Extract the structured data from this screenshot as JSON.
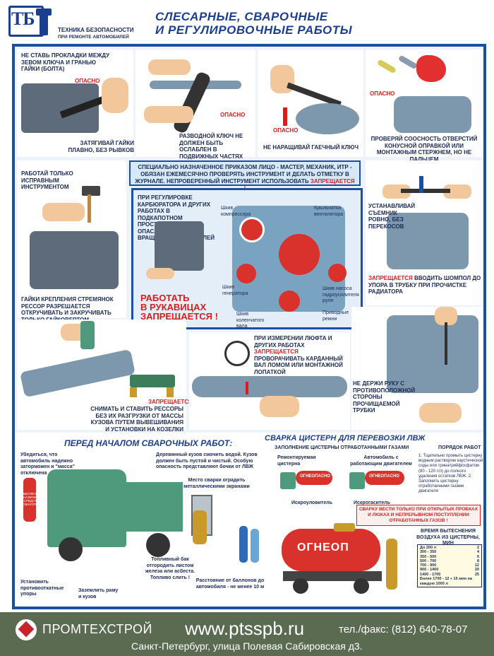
{
  "header": {
    "logo": "ТБ",
    "subtitle_1": "ТЕХНИКА БЕЗОПАСНОСТИ",
    "subtitle_2": "ПРИ РЕМОНТЕ АВТОМОБИЛЕЙ",
    "title_1": "СЛЕСАРНЫЕ, СВАРОЧНЫЕ",
    "title_2": "И РЕГУЛИРОВОЧНЫЕ РАБОТЫ"
  },
  "captions": {
    "c1_top": "НЕ СТАВЬ ПРОКЛАДКИ МЕЖДУ ЗЕВОМ КЛЮЧА И ГРАНЬЮ ГАЙКИ (БОЛТА)",
    "c1_danger": "ОПАСНО",
    "c1_bottom": "ЗАТЯГИВАЙ ГАЙКИ ПЛАВНО, БЕЗ РЫВКОВ",
    "c2_danger": "ОПАСНО",
    "c2_bottom": "РАЗВОДНОЙ КЛЮЧ НЕ ДОЛЖЕН БЫТЬ ОСЛАБЛЕН В ПОДВИЖНЫХ ЧАСТЯХ",
    "c3_danger": "ОПАСНО",
    "c3_bottom": "НЕ НАРАЩИВАЙ ГАЕЧНЫЙ КЛЮЧ",
    "c4_danger": "ОПАСНО",
    "c4_bottom": "ПРОВЕРЯЙ СООСНОСТЬ ОТВЕРСТИЙ КОНУСНОЙ ОПРАВКОЙ ИЛИ МОНТАЖНЫМ СТЕРЖНЕМ, НО НЕ ПАЛЬЦЕМ",
    "c5_top": "РАБОТАЙ ТОЛЬКО ИСПРАВНЫМ ИНСТРУМЕНТОМ",
    "c5_bottom": "ГАЙКИ КРЕПЛЕНИЯ СТРЕМЯНОК РЕССОР РАЗРЕШАЕТСЯ ОТКРУЧИВАТЬ И ЗАКРУЧИВАТЬ ТОЛЬКО ГАЙКОВЕРТОМ",
    "c6_top": "УСТАНАВЛИВАЙ СЪЕМНИК РОВНО, БЕЗ ПЕРЕКОСОВ",
    "c6_forbidden": "ЗАПРЕЩАЕТСЯ",
    "c6_bottom": "ВВОДИТЬ ШОМПОЛ ДО УПОРА В ТРУБКУ ПРИ ПРОЧИСТКЕ РАДИАТОРА",
    "c7_forbidden": "ЗАПРЕЩАЕТСЯ",
    "c7_bottom": "СНИМАТЬ И СТАВИТЬ РЕССОРЫ БЕЗ ИХ РАЗГРУЗКИ ОТ МАССЫ КУЗОВА ПУТЕМ ВЫВЕШИВАНИЯ И УСТАНОВКИ НА КОЗЕЛКИ",
    "c8_top_a": "ПРИ ИЗМЕРЕНИИ ЛЮФТА И ДРУГИХ РАБОТАХ",
    "c8_forbidden": "ЗАПРЕЩАЕТСЯ",
    "c8_top_b": "ПРОВОРАЧИВАТЬ КАРДАННЫЙ ВАЛ ЛОМОМ ИЛИ МОНТАЖНОЙ ЛОПАТКОЙ",
    "c9_text": "НЕ ДЕРЖИ РУКУ С ПРОТИВОПОЛОЖНОЙ СТОРОНЫ ПРОЧИЩАЕМОЙ ТРУБКИ"
  },
  "notice": {
    "text": "СПЕЦИАЛЬНО НАЗНАЧЕННОЕ ПРИКАЗОМ ЛИЦО - МАСТЕР, МЕХАНИК, ИТР - ОБЯЗАН ЕЖЕМЕСЯЧНО ПРОВЕРЯТЬ ИНСТРУМЕНТ И ДЕЛАТЬ ОТМЕТКУ В ЖУРНАЛЕ. НЕПРОВЕРЕННЫЙ ИНСТРУМЕНТ ИСПОЛЬЗОВАТЬ",
    "forbidden": "ЗАПРЕЩАЕТСЯ !"
  },
  "center": {
    "text": "ПРИ РЕГУЛИРОВКЕ КАРБЮРАТОРА И ДРУГИХ РАБОТАХ В ПОДКАПОТНОМ ПРОСТРАНСТВЕ ОПАСАЙТЕСЬ ВРАЩАЮЩИХСЯ ДЕТАЛЕЙ",
    "warning_1": "РАБОТАТЬ",
    "warning_2": "В РУКАВИЦАХ",
    "warning_3": "ЗАПРЕЩАЕТСЯ !",
    "lbl_compressor": "Шкив компрессора",
    "lbl_fan": "Крыльчатка вентилятора",
    "lbl_generator": "Шкив генератора",
    "lbl_pump": "Шкив насоса гидроусилителя руля",
    "lbl_crank": "Шкив коленчатого вала",
    "lbl_belt": "Приводные ремни"
  },
  "welding": {
    "heading": "ПЕРЕД НАЧАЛОМ СВАРОЧНЫХ РАБОТ:",
    "t1": "Убедиться, что автомобиль надежно заторможен и \"масса\" отключена",
    "t2": "Деревянный кузов смочить водой. Кузов должен быть пустой и чистый. Особую опасность представляют бочки от ЛВЖ",
    "t3": "Место сварки оградить металлическими экранами",
    "t4": "Установить противооткатные упоры",
    "t5": "Заземлить раму и кузов",
    "t6": "Топливный бак отгородить листом железа или асбеста. Топливо слить !",
    "t7": "Расстояние от баллонов до автомобиля - не менее 10 м",
    "ext_label": "ОБЕСПЕЧИТЬ НАЛИЧИЕ СРЕДСТВ ПОЖАРОТУШЕНИЯ"
  },
  "tanks": {
    "heading": "СВАРКА ЦИСТЕРН ДЛЯ ПЕРЕВОЗКИ ЛВЖ",
    "sub": "ЗАПОЛНЕНИЕ ЦИСТЕРНЫ ОТРАБОТАННЫМИ ГАЗАМИ",
    "order": "ПОРЯДОК РАБОТ",
    "lbl_repair": "Ремонтируемая цистерна",
    "lbl_car": "Автомобиль с работающим двигателем",
    "lbl_spark1": "Искроуловитель",
    "lbl_spark2": "Искрогаситель",
    "tank_word": "ОГНЕОПАСНО",
    "big_tank": "ОГНЕОП",
    "steps": "1. Тщательно промыть цистерну водным раствором каустической соды или тринатрийфосфатом (80 - 120 г/л) до полного удаления остатков ЛВЖ. 2. Заполнить цистерну отработанными газами двигателя",
    "warning": "СВАРКУ ВЕСТИ ТОЛЬКО ПРИ ОТКРЫТЫХ ПРОБКАХ И ЛЮКАХ И НЕПРЕРЫВНОМ ПОСТУПЛЕНИИ ОТРАБОТАННЫХ ГАЗОВ !",
    "time_title": "ВРЕМЯ ВЫТЕСНЕНИЯ ВОЗДУХА ИЗ ЦИСТЕРНЫ, МИН",
    "rows": [
      {
        "vol": "До 200 л",
        "min": "2"
      },
      {
        "vol": "300 - 350",
        "min": "4"
      },
      {
        "vol": "350 - 500",
        "min": "6"
      },
      {
        "vol": "500 - 700",
        "min": "8"
      },
      {
        "vol": "700 - 900",
        "min": "12"
      },
      {
        "vol": "900 - 1400",
        "min": "20"
      },
      {
        "vol": "1400 - 1700",
        "min": "25"
      }
    ],
    "row_extra": "Более 1700 - 12 ÷ 15 мин на каждую 1000 л"
  },
  "footer": {
    "company": "ПРОМТЕХСТРОЙ",
    "url": "www.ptsspb.ru",
    "tel": "тел./факс: (812) 640-78-07",
    "address": "Санкт-Петербург, улица Полевая Сабировская д3."
  },
  "colors": {
    "brand_blue": "#1b4fa0",
    "danger_red": "#d91c1c",
    "footer_bg": "#5b6b52"
  }
}
